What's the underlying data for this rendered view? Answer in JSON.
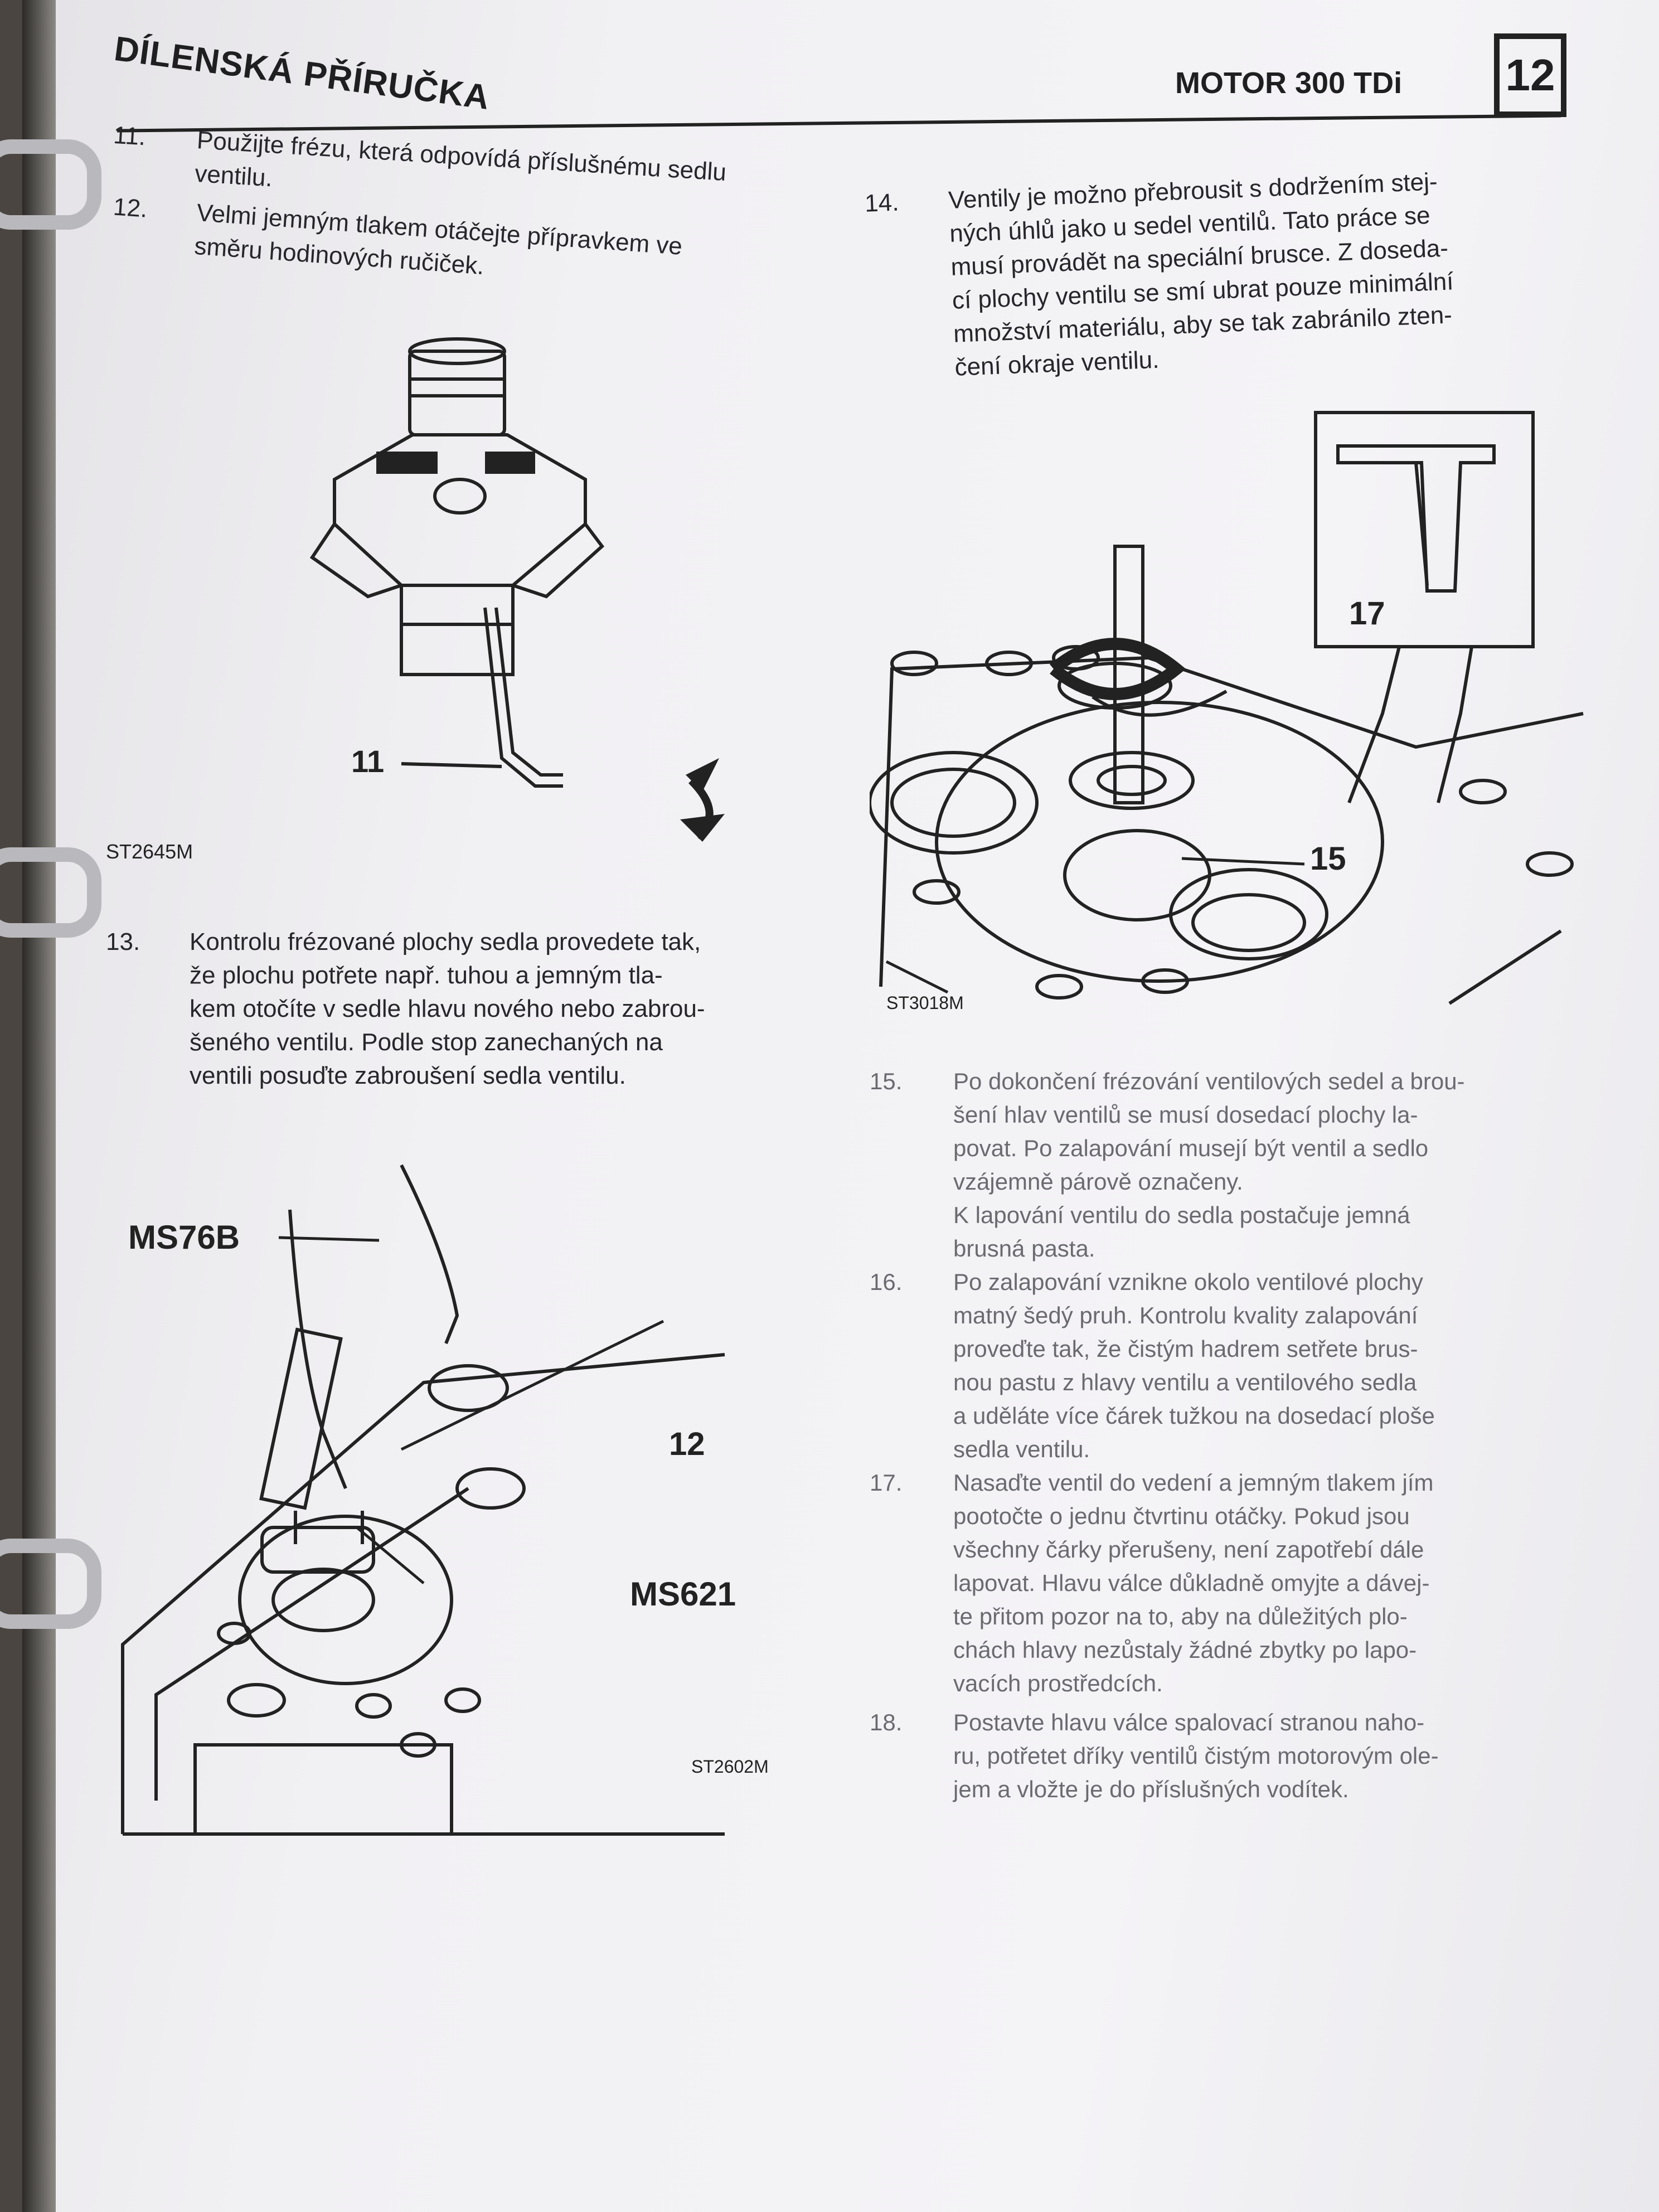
{
  "header": {
    "left_title": "DÍLENSKÁ PŘÍRUČKA",
    "right_title": "MOTOR 300 TDi",
    "page_number": "12"
  },
  "steps": [
    {
      "num": "11.",
      "lines": [
        "Použijte frézu, která odpovídá příslušnému sedlu",
        "ventilu."
      ]
    },
    {
      "num": "12.",
      "lines": [
        "Velmi jemným tlakem otáčejte přípravkem ve",
        "směru hodinových ručiček."
      ]
    },
    {
      "num": "13.",
      "lines": [
        "Kontrolu frézované plochy sedla provedete tak,",
        "že plochu potřete např. tuhou a jemným tla-",
        "kem otočíte v sedle hlavu nového nebo zabrou-",
        "šeného ventilu. Podle stop zanechaných na",
        "ventili posuďte zabroušení sedla ventilu."
      ]
    },
    {
      "num": "14.",
      "lines": [
        "Ventily je možno přebrousit s dodržením stej-",
        "ných úhlů jako u sedel ventilů. Tato práce se",
        "musí provádět na speciální brusce. Z doseda-",
        "cí plochy ventilu se smí ubrat pouze minimální",
        "množství materiálu, aby se tak zabránilo zten-",
        "čení okraje ventilu."
      ]
    },
    {
      "num": "15.",
      "lines": [
        "Po dokončení frézování ventilových sedel a brou-",
        "šení hlav ventilů se musí dosedací plochy la-",
        "povat. Po zalapování musejí být ventil a sedlo",
        "vzájemně párově označeny.",
        "K lapování ventilu do sedla postačuje jemná",
        "brusná pasta."
      ]
    },
    {
      "num": "16.",
      "lines": [
        "Po zalapování vznikne okolo ventilové plochy",
        "matný šedý pruh. Kontrolu kvality zalapování",
        "proveďte tak, že čistým hadrem setřete brus-",
        "nou pastu z hlavy ventilu a ventilového sedla",
        "a uděláte více čárek tužkou na dosedací ploše",
        "sedla ventilu."
      ]
    },
    {
      "num": "17.",
      "lines": [
        "Nasaďte ventil do vedení a jemným tlakem jím",
        "pootočte o jednu čtvrtinu otáčky. Pokud jsou",
        "všechny čárky přerušeny, není zapotřebí dále",
        "lapovat. Hlavu válce důkladně omyjte a dávej-",
        "te přitom pozor na to, aby na důležitých plo-",
        "chách hlavy nezůstaly žádné zbytky po lapo-",
        "vacích prostředcích."
      ]
    },
    {
      "num": "18.",
      "lines": [
        "Postavte hlavu válce spalovací stranou naho-",
        "ru, potřetet dříky ventilů čistým motorovým ole-",
        "jem a vložte je do příslušných vodítek."
      ]
    }
  ],
  "figures": {
    "fig1": {
      "callout": "11",
      "code": "ST2645M"
    },
    "fig2": {
      "callout": "17",
      "callout2": "15",
      "code": "ST3018M"
    },
    "fig3": {
      "callout_ms76b": "MS76B",
      "callout_12": "12",
      "callout_ms621": "MS621",
      "code": "ST2602M"
    }
  }
}
